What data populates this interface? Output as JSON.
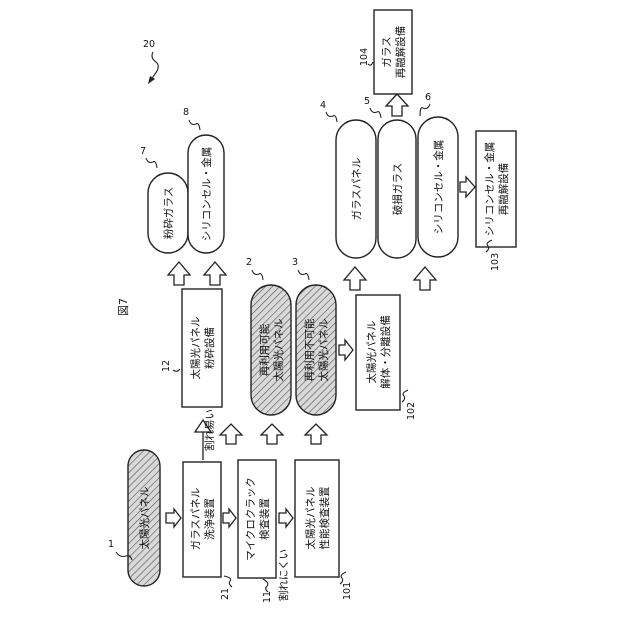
{
  "figure": {
    "title": "図7",
    "system_ref": "20"
  },
  "nodes": [
    {
      "id": "n1",
      "ref": "1",
      "lines": [
        "太陽光パネル"
      ]
    },
    {
      "id": "n21",
      "ref": "21",
      "lines": [
        "ガラスパネル",
        "洗浄装置"
      ]
    },
    {
      "id": "n11",
      "ref": "11",
      "lines": [
        "マイクロクラック",
        "検査装置"
      ]
    },
    {
      "id": "n101",
      "ref": "101",
      "lines": [
        "太陽光パネル",
        "性能検査装置"
      ]
    },
    {
      "id": "n12",
      "ref": "12",
      "lines": [
        "太陽光パネル",
        "粉砕設備"
      ]
    },
    {
      "id": "n2",
      "ref": "2",
      "lines": [
        "再利用可能",
        "太陽光パネル"
      ]
    },
    {
      "id": "n3",
      "ref": "3",
      "lines": [
        "再利用不可能",
        "太陽光パネル"
      ]
    },
    {
      "id": "n102",
      "ref": "102",
      "lines": [
        "太陽光パネル",
        "解体・分離設備"
      ]
    },
    {
      "id": "n7",
      "ref": "7",
      "lines": [
        "粉砕ガラス"
      ]
    },
    {
      "id": "n8",
      "ref": "8",
      "lines": [
        "シリコンセル・金属"
      ]
    },
    {
      "id": "n4",
      "ref": "4",
      "lines": [
        "ガラスパネル"
      ]
    },
    {
      "id": "n5",
      "ref": "5",
      "lines": [
        "破損ガラス"
      ]
    },
    {
      "id": "n6",
      "ref": "6",
      "lines": [
        "シリコンセル・金属"
      ]
    },
    {
      "id": "n103",
      "ref": "103",
      "lines": [
        "シリコンセル・金属",
        "再融解設備"
      ]
    },
    {
      "id": "n104",
      "ref": "104",
      "lines": [
        "ガラス",
        "再融解設備"
      ]
    }
  ],
  "annotations": {
    "fragile": "割れ易い",
    "robust": "割れにくい"
  }
}
